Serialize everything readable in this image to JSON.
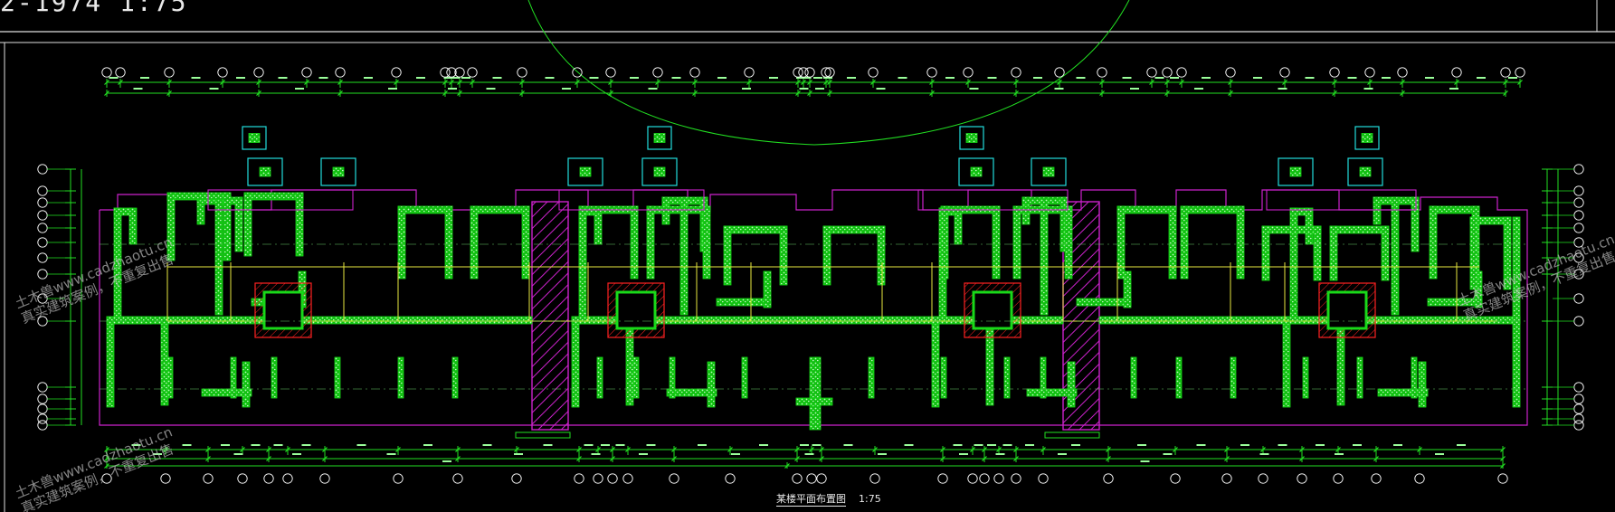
{
  "title_fragment": "2-1974 1:75",
  "drawing": {
    "title": "某楼平面布置图",
    "scale": "1:75"
  },
  "watermark": {
    "line1": "土木兽www.cadzhaotu.cn",
    "line2": "真实建筑案例，不重复出售"
  },
  "colors": {
    "background": "#000000",
    "wall": "#19d919",
    "wall_hatch": "#b8ffb8",
    "dimension": "#22e022",
    "axis_bubble": "#ffffff",
    "shaft": "#cc22cc",
    "boundary": "#cc22cc",
    "beam": "#e8e840",
    "stair": "#ff2222",
    "equipment": "#22dddd",
    "frame": "#e0e0e0"
  }
}
